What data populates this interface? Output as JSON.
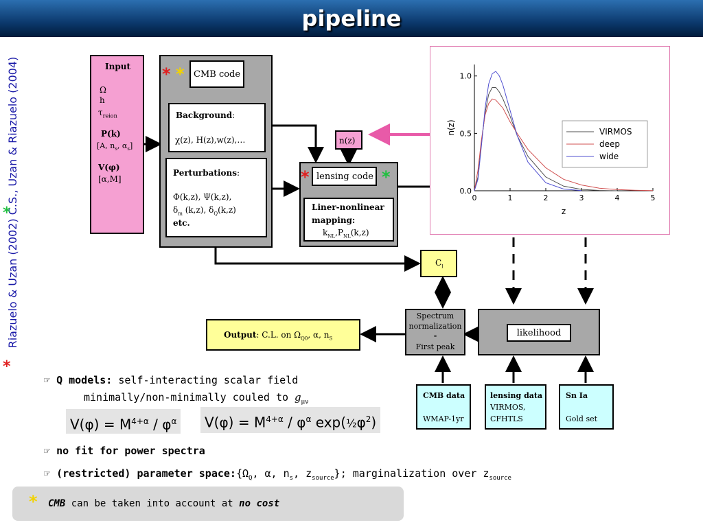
{
  "title": "pipeline",
  "sidebar": {
    "citation_prefix": "Riazuelo & Uzan (2002)",
    "citation_suffix": "C.S., Uzan & Riazuelo (2004)"
  },
  "input_box": {
    "heading": "Input",
    "params": [
      "Ω",
      "h",
      "τ"
    ],
    "tau_sub": "reion",
    "pk_label": "P(k)",
    "pk_params": "[A, n",
    "pk_params_sub": "s",
    "pk_params_end": ", α",
    "pk_params_sub2": "s",
    "pk_params_close": "]",
    "v_label": "V(φ)",
    "v_params": "[α,M]"
  },
  "cmb_code": {
    "label": "CMB code",
    "background_title": "Background",
    "background_colon": ":",
    "background_vars": "χ(z), H(z),w(z),…",
    "perturbations_title": "Perturbations",
    "perturbations_colon": ":",
    "pert_line1": "Φ(k,z), Ψ(k,z),",
    "pert_line2_a": "δ",
    "pert_line2_sub": "m",
    "pert_line2_b": " (k,z), δ",
    "pert_line2_sub2": "Q",
    "pert_line2_c": "(k,z)",
    "pert_line3": "etc."
  },
  "nz_box": "n(z)",
  "lensing_code": {
    "label": "lensing code",
    "mapping_line1": "Liner-nonlinear",
    "mapping_line2": "mapping:",
    "mapping_line3_a": "k",
    "mapping_line3_sub": "NL",
    "mapping_line3_b": ",P",
    "mapping_line3_sub2": "NL",
    "mapping_line3_c": "(k,z)"
  },
  "cl_box": {
    "label": "C",
    "sub": "l"
  },
  "spectrum_box": {
    "line1": "Spectrum",
    "line2": "normalization",
    "line3": "-",
    "line4": "First peak"
  },
  "likelihood_box": "likelihood",
  "output_box": {
    "label": "Output",
    "text": ":  C.L. on   Ω",
    "sub1": "Q0",
    "mid": ", α, n",
    "sub2": "S"
  },
  "data_boxes": [
    {
      "title": "CMB data",
      "lines": [
        "WMAP-1yr"
      ]
    },
    {
      "title": "lensing data",
      "lines": [
        "VIRMOS,",
        "CFHTLS"
      ]
    },
    {
      "title": "Sn Ia",
      "lines": [
        "Gold set"
      ]
    }
  ],
  "chart_data": {
    "type": "line",
    "title": "",
    "xlabel": "z",
    "ylabel": "n(z)",
    "xlim": [
      0,
      5
    ],
    "ylim": [
      0,
      1.1
    ],
    "xticks": [
      "0",
      "1",
      "2",
      "3",
      "4",
      "5"
    ],
    "yticks": [
      "0.0",
      "0.5",
      "1.0"
    ],
    "legend_position": "top-right",
    "series": [
      {
        "name": "VIRMOS",
        "color": "#505050",
        "x": [
          0.0,
          0.1,
          0.2,
          0.3,
          0.4,
          0.5,
          0.6,
          0.7,
          0.8,
          1.0,
          1.2,
          1.5,
          2.0,
          2.5,
          3.0,
          3.5,
          4.0
        ],
        "y": [
          0.0,
          0.12,
          0.42,
          0.68,
          0.84,
          0.9,
          0.9,
          0.86,
          0.8,
          0.65,
          0.48,
          0.3,
          0.12,
          0.04,
          0.012,
          0.003,
          0.0
        ]
      },
      {
        "name": "deep",
        "color": "#d05050",
        "x": [
          0.0,
          0.1,
          0.2,
          0.3,
          0.4,
          0.5,
          0.6,
          0.8,
          1.0,
          1.2,
          1.5,
          2.0,
          2.5,
          3.0,
          3.5,
          4.0,
          4.5,
          5.0
        ],
        "y": [
          0.0,
          0.18,
          0.45,
          0.66,
          0.76,
          0.8,
          0.79,
          0.72,
          0.6,
          0.5,
          0.36,
          0.2,
          0.1,
          0.05,
          0.022,
          0.01,
          0.004,
          0.001
        ]
      },
      {
        "name": "wide",
        "color": "#5050d0",
        "x": [
          0.0,
          0.1,
          0.2,
          0.3,
          0.4,
          0.5,
          0.6,
          0.7,
          0.8,
          1.0,
          1.2,
          1.5,
          2.0,
          2.5,
          3.0
        ],
        "y": [
          0.0,
          0.1,
          0.4,
          0.72,
          0.93,
          1.02,
          1.04,
          1.0,
          0.92,
          0.7,
          0.48,
          0.25,
          0.07,
          0.015,
          0.002
        ]
      }
    ]
  },
  "bullets": {
    "b1_bold": "Q models:",
    "b1_text": " self-interacting scalar field",
    "b1_line2": "minimally/non-minimally couled to ",
    "b1_g": "g",
    "b1_g_sub": "μν",
    "formula1": "V(φ) = M",
    "formula1_sup": "4+α",
    "formula1_end": " / φ",
    "formula1_sup2": "α",
    "formula2": "V(φ) = M",
    "formula2_sup": "4+α",
    "formula2_mid": " / φ",
    "formula2_sup2": "α",
    "formula2_exp": " exp(",
    "formula2_half": "½",
    "formula2_phi": "φ",
    "formula2_sup3": "2",
    "formula2_close": ")",
    "b2_bold": "no fit for power spectra",
    "b3_bold": "(restricted) parameter space:",
    "b3_set": "{Ω",
    "b3_set_sub": "Q",
    "b3_set_mid": ", α, n",
    "b3_set_sub2": "s",
    "b3_set_mid2": ", z",
    "b3_set_sub3": "source",
    "b3_set_close": "}",
    "b3_tail": "; marginalization over z",
    "b3_tail_sub": "source"
  },
  "note": {
    "cmb": "CMB",
    "mid": " can be taken into account at ",
    "nocost": "no cost"
  },
  "colors": {
    "pink": "#f5a0d2",
    "yellow": "#ffff99",
    "cyan": "#ccffff",
    "gray": "#a8a8a8",
    "nz_arrow": "#e85aa8",
    "star_red": "#e02020",
    "star_yellow": "#f2d200",
    "star_green": "#20c040"
  },
  "icons": {
    "bullet": "pointing-hand-icon",
    "star": "asterisk-icon"
  }
}
